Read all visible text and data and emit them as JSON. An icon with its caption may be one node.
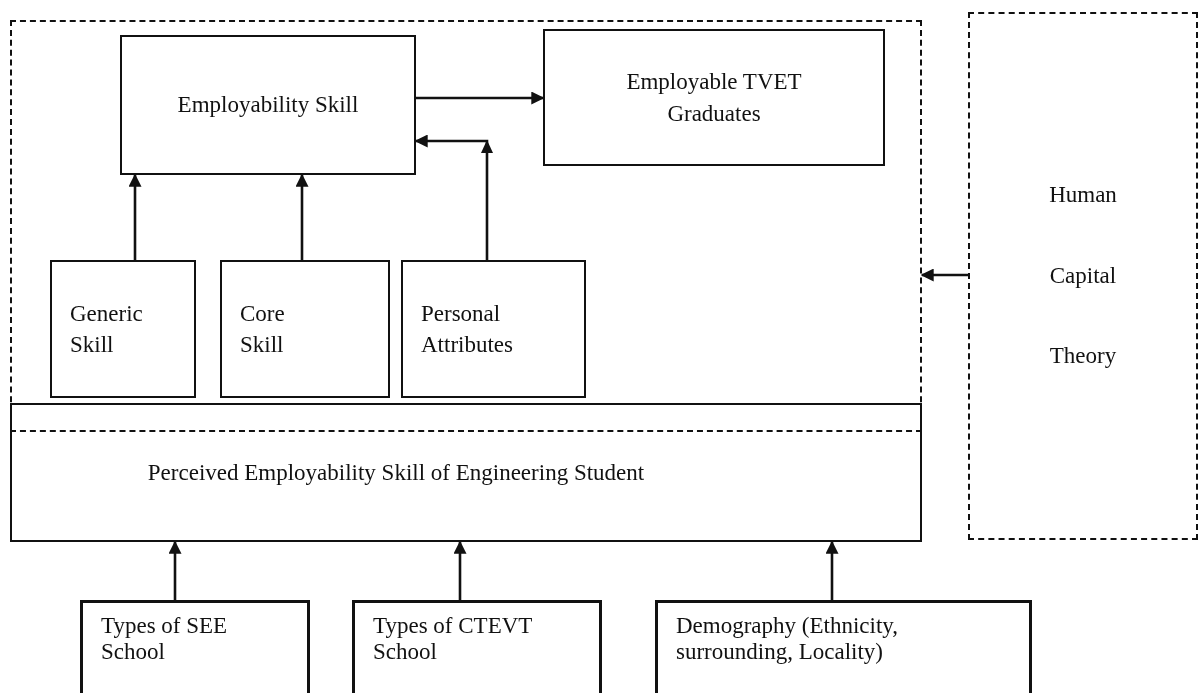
{
  "diagram": {
    "nodes": [
      {
        "text": [],
        "shape": "box"
      },
      {
        "text": [
          "Employability Skill"
        ],
        "in": 0
      },
      {
        "text": [
          "Employable TVET Graduates"
        ],
        "in": 0
      },
      {
        "text": [
          "Generic Skill"
        ],
        "in": 0
      },
      {
        "text": [
          "Core Skill"
        ],
        "in": 0
      },
      {
        "text": [
          "Personal Attributes"
        ],
        "in": 0
      },
      {
        "text": [
          "Perceived Employability Skill of Engineering Student"
        ]
      },
      {
        "text": [
          "Human Capital Theory"
        ]
      },
      {
        "text": [
          "Types of SEE School"
        ]
      },
      {
        "text": [
          "Types of CTEVT School"
        ]
      },
      {
        "text": [
          "Demography (Ethnicity, surrounding, Locality)"
        ]
      }
    ],
    "edges": [
      {
        "from": 1,
        "to": 2,
        "arrow": "to"
      },
      {
        "from": 3,
        "to": 1,
        "arrow": "to"
      },
      {
        "from": 4,
        "to": 1,
        "arrow": "to"
      },
      {
        "from": 5,
        "to": 1,
        "arrow": "to"
      },
      {
        "from": 7,
        "to": 0,
        "arrow": "to"
      },
      {
        "from": 8,
        "to": 6,
        "arrow": "to"
      },
      {
        "from": 9,
        "to": 6,
        "arrow": "to"
      },
      {
        "from": 10,
        "to": 6,
        "arrow": "to"
      }
    ]
  }
}
